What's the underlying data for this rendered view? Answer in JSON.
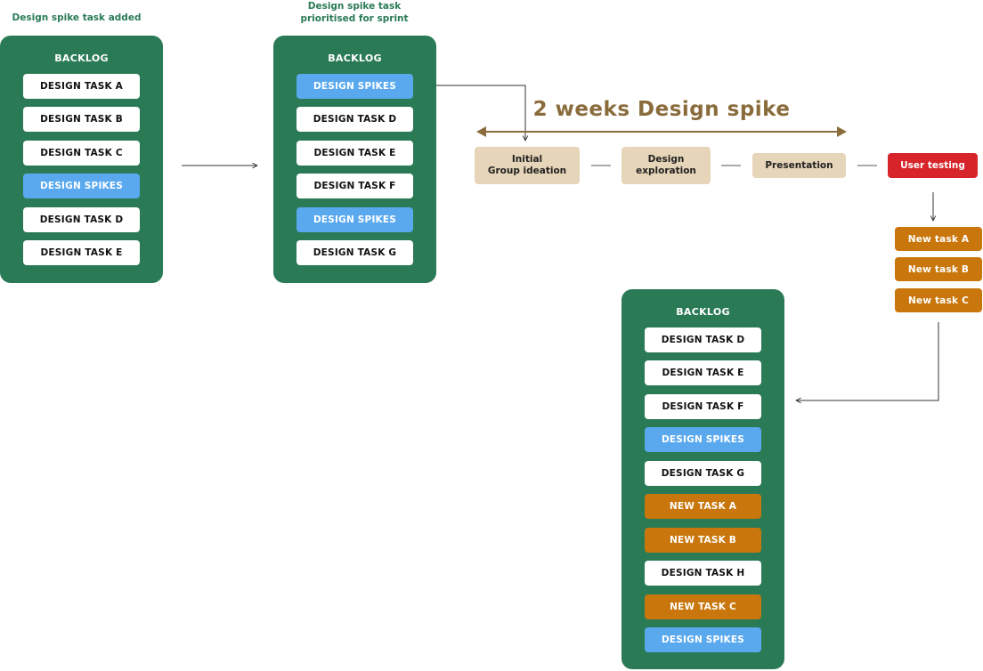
{
  "captions": {
    "added": "Design spike task added",
    "prioritised_line1": "Design spike task",
    "prioritised_line2": "prioritised for sprint"
  },
  "colors": {
    "panel_green": "#2a7a56",
    "spike_blue": "#5aa9ef",
    "new_task_orange": "#c9770c",
    "stage_beige": "#e6d5b8",
    "user_testing_red": "#d7232a",
    "timeline_brown": "#8a6c3c"
  },
  "backlog1": {
    "title": "BACKLOG",
    "items": [
      {
        "label": "DESIGN TASK A",
        "kind": "task"
      },
      {
        "label": "DESIGN TASK B",
        "kind": "task"
      },
      {
        "label": "DESIGN TASK C",
        "kind": "task"
      },
      {
        "label": "DESIGN SPIKES",
        "kind": "spike"
      },
      {
        "label": "DESIGN TASK D",
        "kind": "task"
      },
      {
        "label": "DESIGN TASK E",
        "kind": "task"
      }
    ]
  },
  "backlog2": {
    "title": "BACKLOG",
    "items": [
      {
        "label": "DESIGN SPIKES",
        "kind": "spike"
      },
      {
        "label": "DESIGN TASK D",
        "kind": "task"
      },
      {
        "label": "DESIGN TASK E",
        "kind": "task"
      },
      {
        "label": "DESIGN TASK F",
        "kind": "task"
      },
      {
        "label": "DESIGN SPIKES",
        "kind": "spike"
      },
      {
        "label": "DESIGN TASK G",
        "kind": "task"
      }
    ]
  },
  "backlog3": {
    "title": "BACKLOG",
    "items": [
      {
        "label": "DESIGN TASK D",
        "kind": "task"
      },
      {
        "label": "DESIGN TASK E",
        "kind": "task"
      },
      {
        "label": "DESIGN TASK F",
        "kind": "task"
      },
      {
        "label": "DESIGN SPIKES",
        "kind": "spike"
      },
      {
        "label": "DESIGN TASK G",
        "kind": "task"
      },
      {
        "label": "NEW TASK A",
        "kind": "new"
      },
      {
        "label": "NEW TASK B",
        "kind": "new"
      },
      {
        "label": "DESIGN TASK H",
        "kind": "task"
      },
      {
        "label": "NEW TASK C",
        "kind": "new"
      },
      {
        "label": "DESIGN SPIKES",
        "kind": "spike"
      }
    ]
  },
  "spike": {
    "title": "2 weeks Design spike",
    "stages": [
      {
        "line1": "Initial",
        "line2": "Group ideation"
      },
      {
        "line1": "Design",
        "line2": "exploration"
      },
      {
        "line1": "Presentation",
        "line2": ""
      },
      {
        "line1": "User testing",
        "line2": ""
      }
    ]
  },
  "new_tasks": [
    "New  task A",
    "New  task B",
    "New  task C"
  ]
}
